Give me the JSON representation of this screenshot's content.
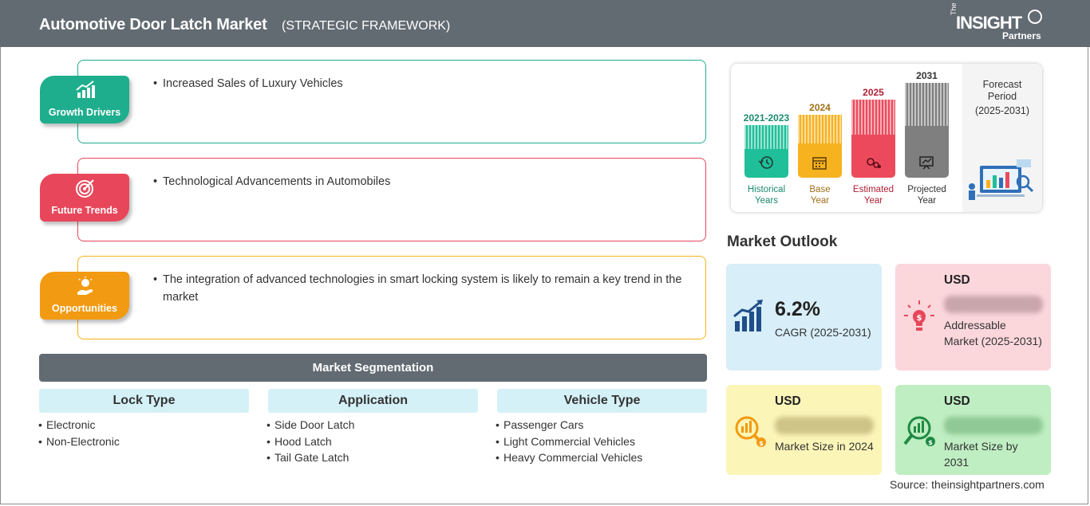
{
  "header": {
    "title": "Automotive Door Latch Market",
    "subtitle": "(STRATEGIC FRAMEWORK)",
    "logo": {
      "the": "The",
      "insight": "INSIGHT",
      "partners": "Partners"
    }
  },
  "framework": [
    {
      "label": "Growth Drivers",
      "color": "#1fae8d",
      "border": "#1fae8d",
      "icon": "growth-chart-icon",
      "points": [
        "Increased Sales of Luxury Vehicles"
      ]
    },
    {
      "label": "Future Trends",
      "color": "#e8475b",
      "border": "#e8475b",
      "icon": "target-icon",
      "points": [
        "Technological Advancements in Automobiles"
      ]
    },
    {
      "label": "Opportunities",
      "color": "#f29a11",
      "border": "#f5b316",
      "icon": "idea-hand-icon",
      "points": [
        "The integration of advanced technologies in smart locking system is likely to remain a key trend in the market"
      ]
    }
  ],
  "segmentation": {
    "title": "Market Segmentation",
    "columns": [
      {
        "heading": "Lock Type",
        "items": [
          "Electronic",
          "Non-Electronic"
        ]
      },
      {
        "heading": "Application",
        "items": [
          "Side Door Latch",
          "Hood Latch",
          "Tail Gate Latch"
        ]
      },
      {
        "heading": "Vehicle Type",
        "items": [
          "Passenger Cars",
          "Light Commercial Vehicles",
          "Heavy Commercial Vehicles"
        ]
      }
    ]
  },
  "timeline": {
    "bars": [
      {
        "year": "2021-2023",
        "caption1": "Historical",
        "caption2": "Years",
        "color": "#1fbf99",
        "text_color": "#1b8a6f",
        "cap_color": "#1b8a6f",
        "level": 0.53,
        "icon": "history-icon"
      },
      {
        "year": "2024",
        "caption1": "Base",
        "caption2": "Year",
        "color": "#f7b220",
        "text_color": "#a0701a",
        "cap_color": "#a0701a",
        "level": 0.63,
        "icon": "calendar-icon"
      },
      {
        "year": "2025",
        "caption1": "Estimated",
        "caption2": "Year",
        "color": "#ec4a5c",
        "text_color": "#b01f34",
        "cap_color": "#b01f34",
        "level": 0.78,
        "icon": "gears-icon"
      },
      {
        "year": "2031",
        "caption1": "Projected",
        "caption2": "Year",
        "color": "#7f7f7f",
        "text_color": "#333333",
        "cap_color": "#333333",
        "level": 0.95,
        "icon": "presentation-icon"
      }
    ],
    "forecast": {
      "line1": "Forecast",
      "line2": "Period",
      "line3": "(2025-2031)"
    }
  },
  "outlook": {
    "title": "Market Outlook",
    "cagr": {
      "value": "6.2%",
      "label": "CAGR (2025-2031)",
      "bg": "#d8eef8",
      "icon": "rising-bars-icon"
    },
    "addressable": {
      "usd": "USD",
      "value": "lorem ipsum",
      "desc": "Addressable Market (2025-2031)",
      "bg": "#fbd7dc",
      "icon": "money-bulb-icon"
    },
    "size2024": {
      "usd": "USD",
      "value": "lorem ipsum",
      "desc": "Market Size in 2024",
      "bg": "#fbf5b8",
      "icon": "coin-magnifier-icon"
    },
    "size2031": {
      "usd": "USD",
      "value": "lorem ipsum",
      "desc": "Market Size by 2031",
      "bg": "#bfeec2",
      "icon": "growth-magnifier-icon"
    }
  },
  "source": "Source: theinsightpartners.com"
}
